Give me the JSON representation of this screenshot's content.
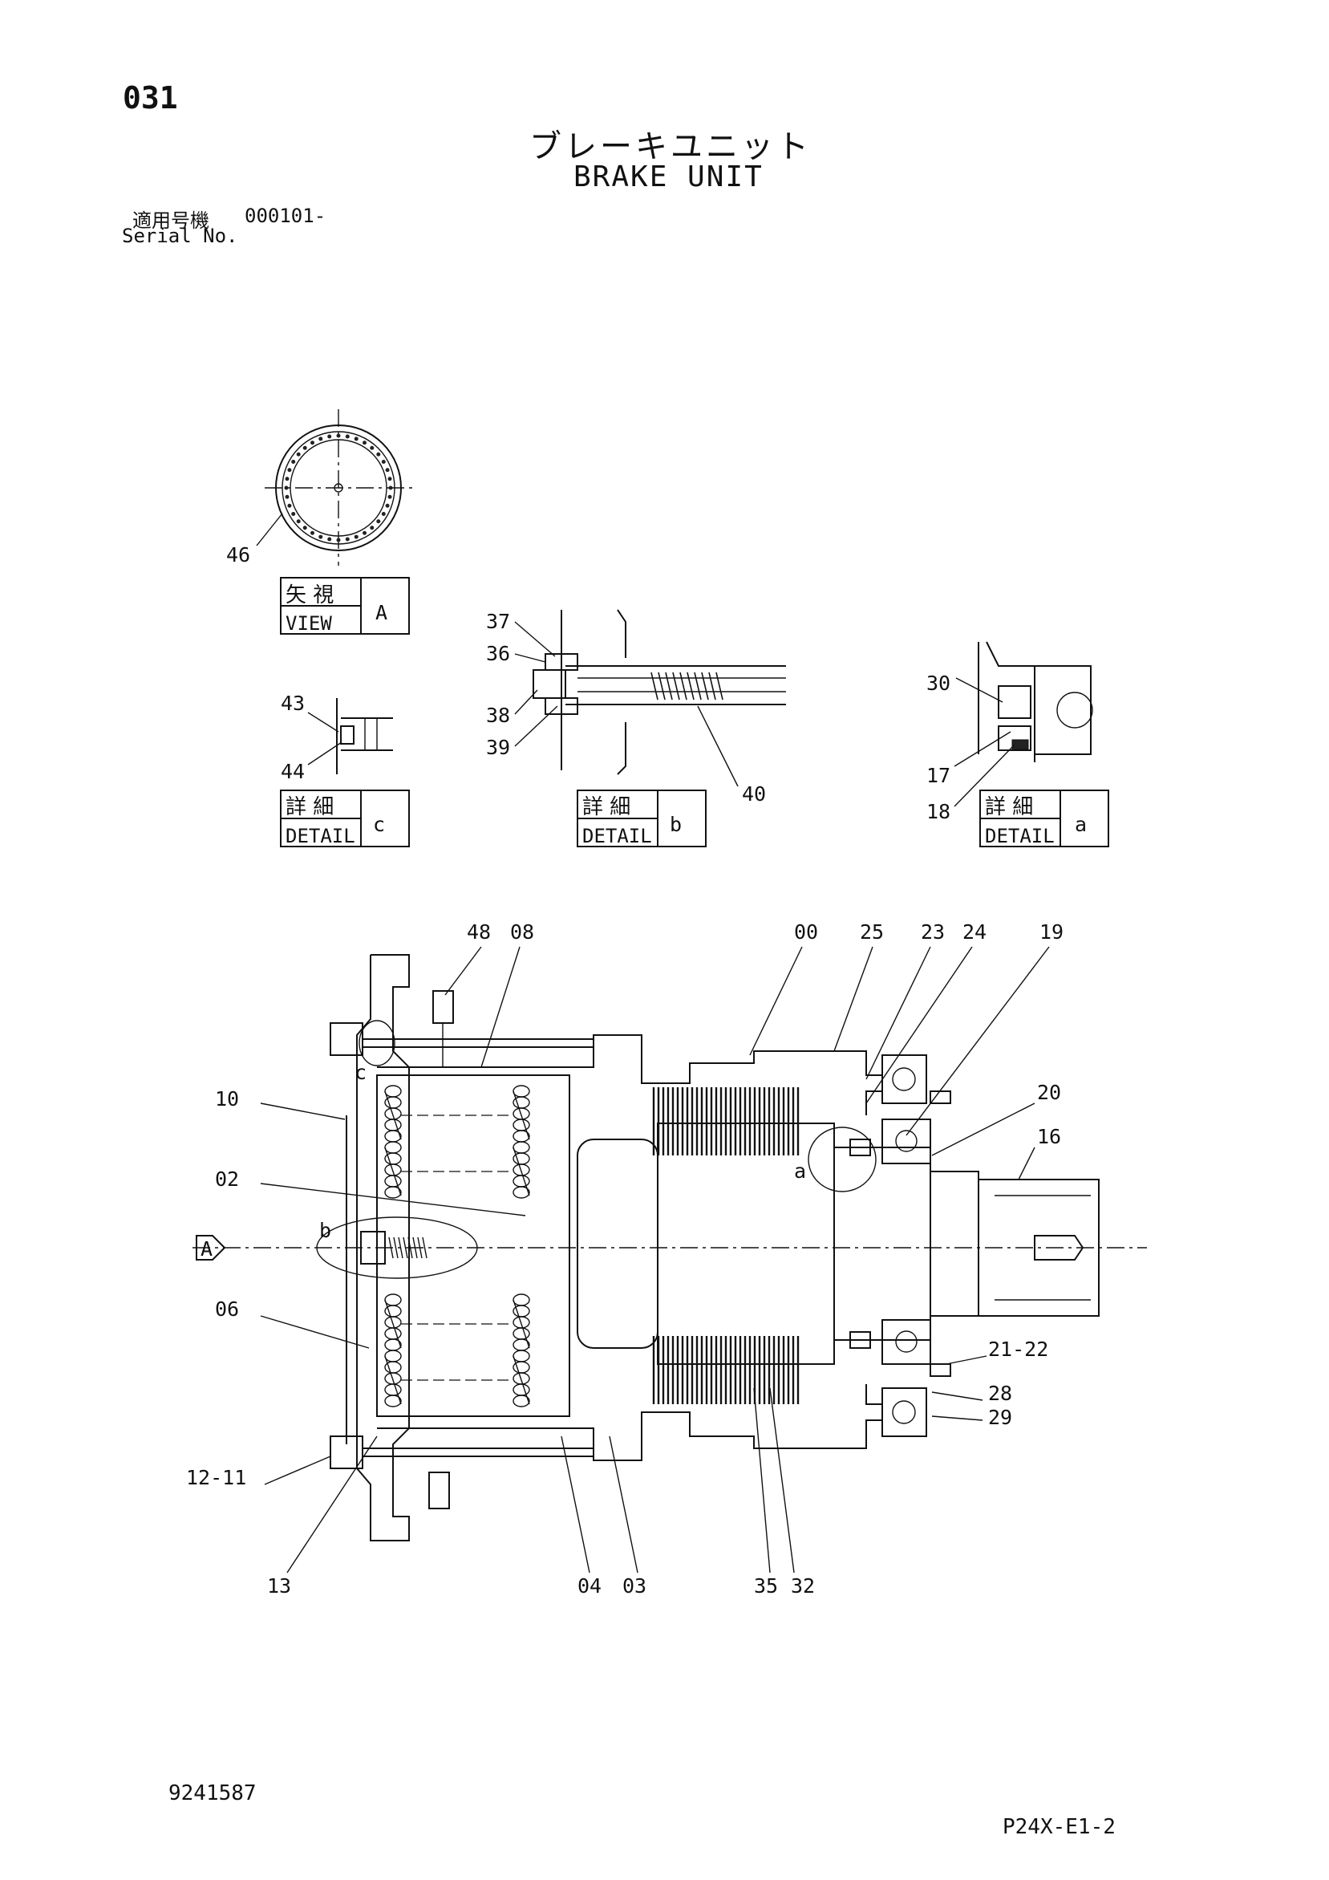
{
  "header": {
    "page_number": "031",
    "title_jp": "ブレーキユニット",
    "title_en": "BRAKE UNIT",
    "serial_label_jp": "適用号機",
    "serial_value": "000101-",
    "serial_label_en": "Serial No."
  },
  "footer": {
    "document_number": "9241587",
    "page_code": "P24X-E1-2"
  },
  "views": {
    "view_a": {
      "label_jp": "矢 視",
      "label_en": "VIEW",
      "letter": "A"
    },
    "detail_a": {
      "label_jp": "詳 細",
      "label_en": "DETAIL",
      "letter": "a"
    },
    "detail_b": {
      "label_jp": "詳 細",
      "label_en": "DETAIL",
      "letter": "b"
    },
    "detail_c": {
      "label_jp": "詳 細",
      "label_en": "DETAIL",
      "letter": "c"
    },
    "arrow_label": "A",
    "circle_a": "a",
    "circle_b": "b",
    "circle_c": "c"
  },
  "part_numbers": {
    "p46": "46",
    "p37": "37",
    "p36": "36",
    "p38": "38",
    "p39": "39",
    "p40": "40",
    "p43": "43",
    "p44": "44",
    "p30": "30",
    "p17": "17",
    "p18": "18",
    "p48": "48",
    "p08": "08",
    "p00": "00",
    "p25": "25",
    "p23": "23",
    "p24": "24",
    "p19": "19",
    "p10": "10",
    "p20": "20",
    "p16": "16",
    "p02": "02",
    "p06": "06",
    "p21_22": "21-22",
    "p28": "28",
    "p29": "29",
    "p12_11": "12-11",
    "p13": "13",
    "p04": "04",
    "p03": "03",
    "p35": "35",
    "p32": "32"
  }
}
